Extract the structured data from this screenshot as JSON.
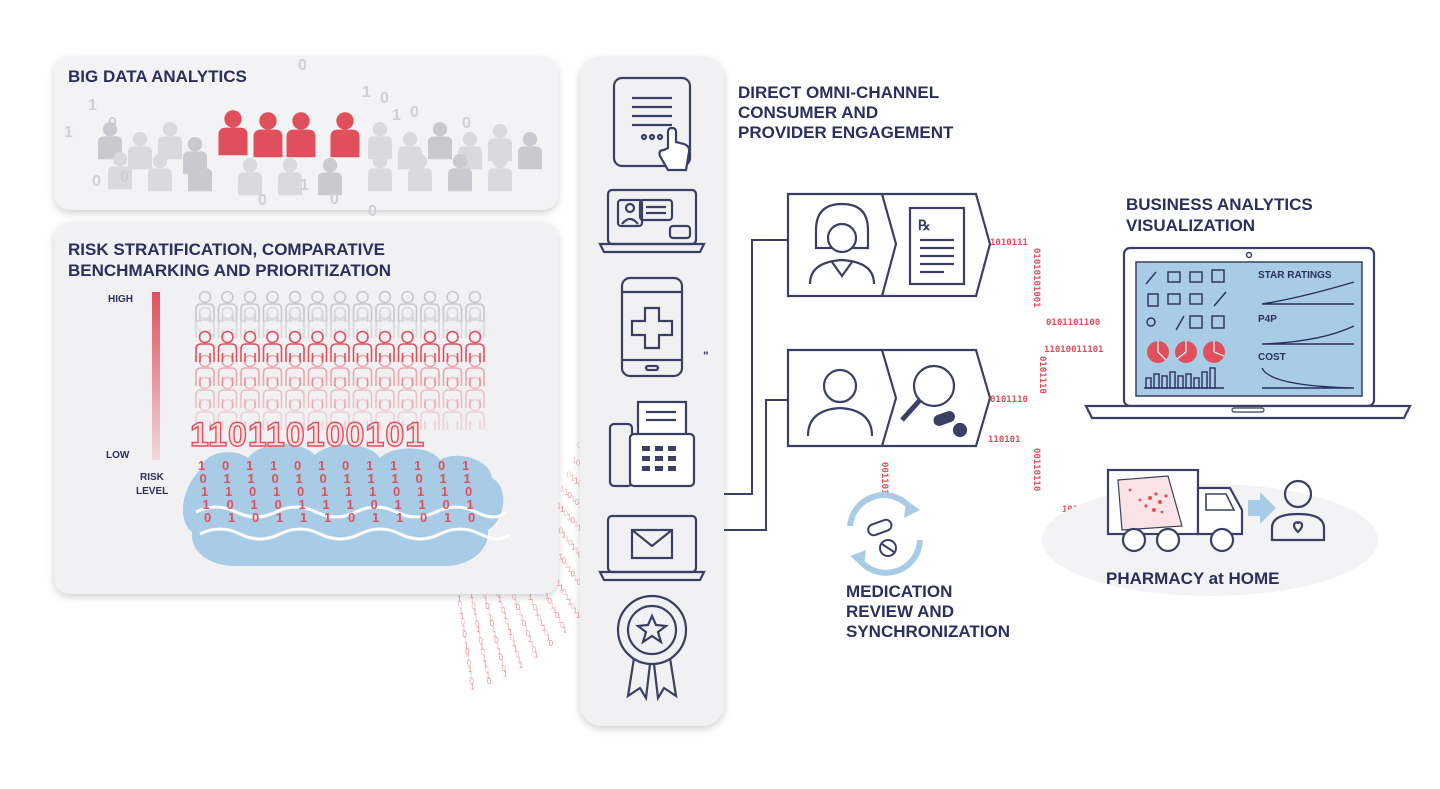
{
  "colors": {
    "navy": "#2b2f5e",
    "red": "#e0505c",
    "lightblue": "#a8cce6",
    "panel": "#f1f1f3",
    "outline": "#3a3f63"
  },
  "panels": {
    "big_data": {
      "title": "BIG DATA ANALYTICS"
    },
    "risk": {
      "title_line1": "RISK STRATIFICATION, COMPARATIVE",
      "title_line2": "BENCHMARKING AND PRIORITIZATION",
      "high": "HIGH",
      "low": "LOW",
      "risk_line1": "RISK",
      "risk_line2": "LEVEL",
      "binary": "110110100101"
    }
  },
  "omni": {
    "title_line1": "DIRECT OMNI-CHANNEL",
    "title_line2": "CONSUMER AND",
    "title_line3": "PROVIDER ENGAGEMENT",
    "channel_icons": [
      "tablet-touch-icon",
      "laptop-chat-icon",
      "smartphone-health-icon",
      "fax-machine-icon",
      "laptop-email-icon",
      "award-ribbon-icon"
    ]
  },
  "workflow": {
    "top_stream": "1010111",
    "top_stream_vertical": "01010101001",
    "top_stream_out": "0101101100",
    "mid_stream": "11010011101",
    "mid_stream_vertical": "0101110",
    "mid_stream_in": "0101110",
    "lower_stream": "110101",
    "lower_stream_vertical": "00110110",
    "lower_stream_out": "1011",
    "med_stream": "001101"
  },
  "business": {
    "title_line1": "BUSINESS ANALYTICS",
    "title_line2": "VISUALIZATION",
    "star_ratings": "STAR RATINGS",
    "p4p": "P4P",
    "cost": "COST"
  },
  "medication": {
    "line1": "MEDICATION",
    "line2": "REVIEW AND",
    "line3": "SYNCHRONIZATION"
  },
  "pharmacy": {
    "label": "PHARMACY at HOME"
  }
}
